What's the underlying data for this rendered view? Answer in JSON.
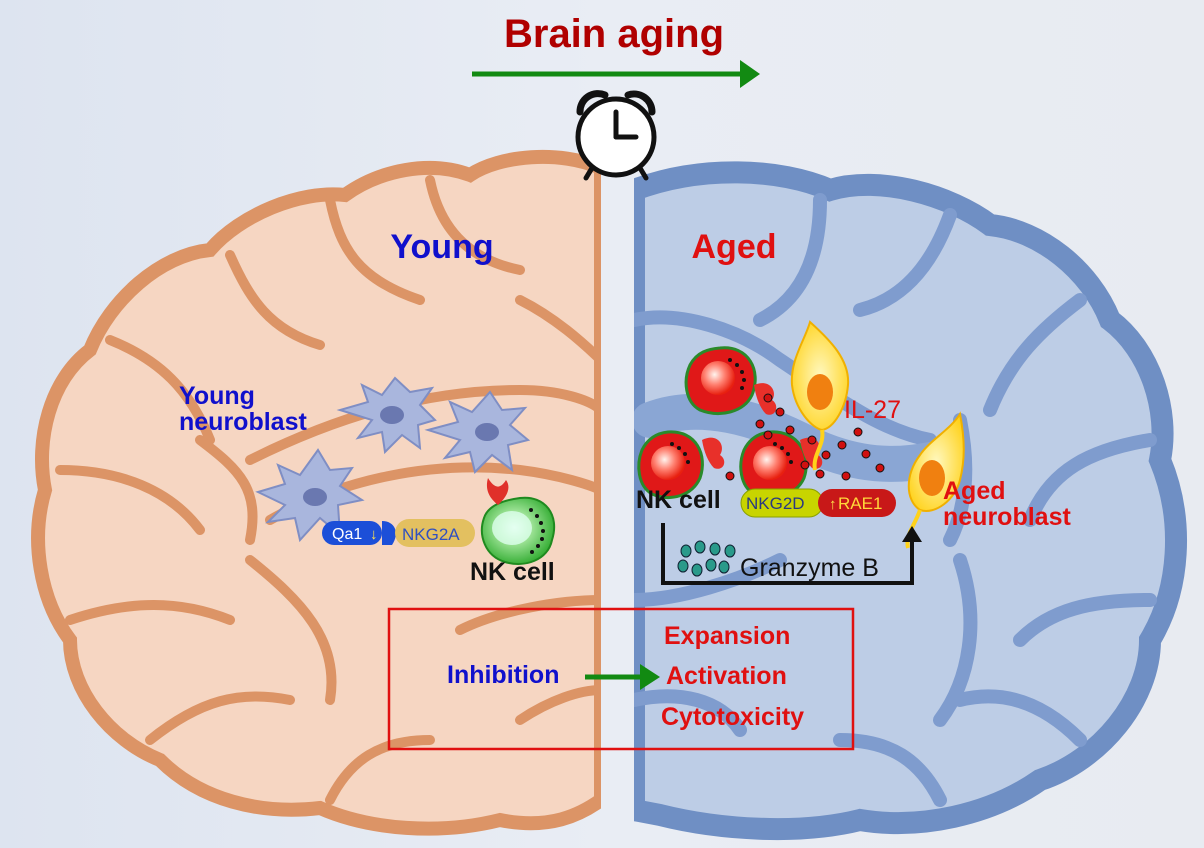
{
  "title": "Brain aging",
  "young": {
    "heading": "Young",
    "neuroblast_line1": "Young",
    "neuroblast_line2": "neuroblast",
    "receptor_ligand": "Qa1",
    "receptor": "NKG2A",
    "nk_cell": "NK cell"
  },
  "aged": {
    "heading": "Aged",
    "cytokine": "IL-27",
    "nk_cell": "NK cell",
    "receptor": "NKG2D",
    "ligand": "RAE1",
    "neuroblast_line1": "Aged",
    "neuroblast_line2": "neuroblast",
    "effector": "Granzyme B"
  },
  "summary": {
    "left": "Inhibition",
    "right": [
      "Expansion",
      "Activation",
      "Cytotoxicity"
    ]
  },
  "colors": {
    "title_red": "#b00000",
    "young_blue": "#1010cc",
    "aged_red": "#e01010",
    "arrow_green": "#128a12",
    "young_brain": "#f6d6c2",
    "young_brain_line": "#dc9466",
    "aged_brain": "#bdcde6",
    "aged_brain_line": "#6f8fc4"
  }
}
